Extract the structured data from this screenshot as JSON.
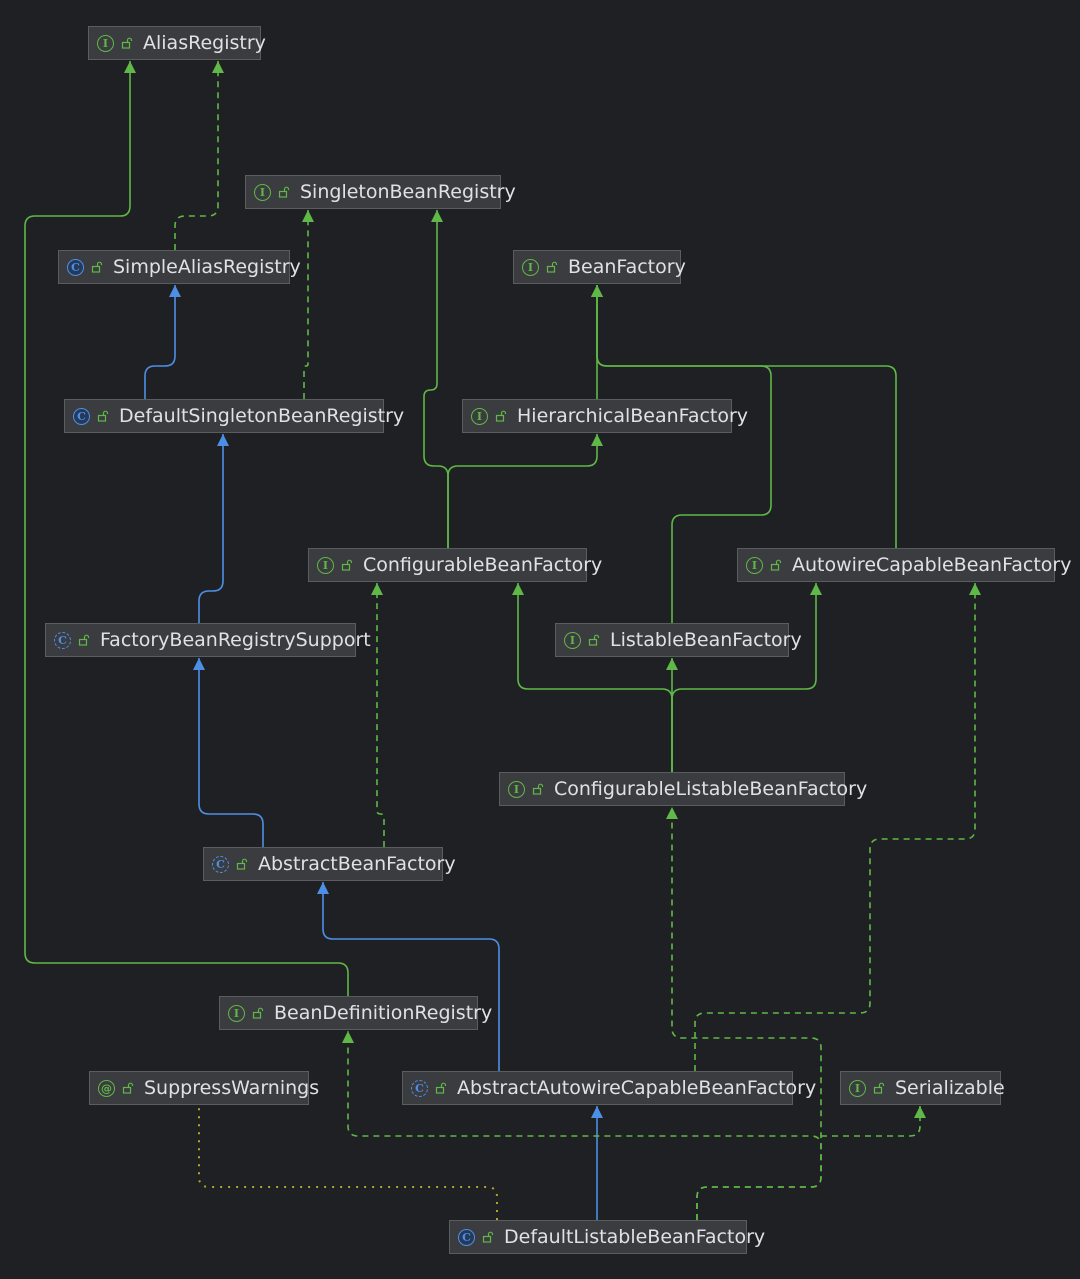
{
  "diagram": {
    "nodes": [
      {
        "id": "alias",
        "label": "AliasRegistry",
        "kind": "interface",
        "badge": "I"
      },
      {
        "id": "singleton",
        "label": "SingletonBeanRegistry",
        "kind": "interface",
        "badge": "I"
      },
      {
        "id": "simplealias",
        "label": "SimpleAliasRegistry",
        "kind": "class",
        "badge": "C"
      },
      {
        "id": "beanfactory",
        "label": "BeanFactory",
        "kind": "interface",
        "badge": "I"
      },
      {
        "id": "defsingleton",
        "label": "DefaultSingletonBeanRegistry",
        "kind": "class",
        "badge": "C"
      },
      {
        "id": "hierarchical",
        "label": "HierarchicalBeanFactory",
        "kind": "interface",
        "badge": "I"
      },
      {
        "id": "configurable",
        "label": "ConfigurableBeanFactory",
        "kind": "interface",
        "badge": "I"
      },
      {
        "id": "autowirecap",
        "label": "AutowireCapableBeanFactory",
        "kind": "interface",
        "badge": "I"
      },
      {
        "id": "fbrs",
        "label": "FactoryBeanRegistrySupport",
        "kind": "abstract",
        "badge": "C"
      },
      {
        "id": "listable",
        "label": "ListableBeanFactory",
        "kind": "interface",
        "badge": "I"
      },
      {
        "id": "conflistable",
        "label": "ConfigurableListableBeanFactory",
        "kind": "interface",
        "badge": "I"
      },
      {
        "id": "abf",
        "label": "AbstractBeanFactory",
        "kind": "abstract",
        "badge": "C"
      },
      {
        "id": "bdr",
        "label": "BeanDefinitionRegistry",
        "kind": "interface",
        "badge": "I"
      },
      {
        "id": "suppress",
        "label": "SuppressWarnings",
        "kind": "annotation",
        "badge": "@"
      },
      {
        "id": "aacbf",
        "label": "AbstractAutowireCapableBeanFactory",
        "kind": "abstract",
        "badge": "C"
      },
      {
        "id": "serializable",
        "label": "Serializable",
        "kind": "interface",
        "badge": "I"
      },
      {
        "id": "dlbf",
        "label": "DefaultListableBeanFactory",
        "kind": "class",
        "badge": "C"
      }
    ],
    "edges": [
      {
        "from": "simplealias",
        "to": "alias",
        "type": "implements"
      },
      {
        "from": "defsingleton",
        "to": "simplealias",
        "type": "extends"
      },
      {
        "from": "defsingleton",
        "to": "singleton",
        "type": "implements"
      },
      {
        "from": "hierarchical",
        "to": "beanfactory",
        "type": "interface-extends"
      },
      {
        "from": "configurable",
        "to": "singleton",
        "type": "interface-extends"
      },
      {
        "from": "configurable",
        "to": "hierarchical",
        "type": "interface-extends"
      },
      {
        "from": "autowirecap",
        "to": "beanfactory",
        "type": "interface-extends"
      },
      {
        "from": "listable",
        "to": "beanfactory",
        "type": "interface-extends"
      },
      {
        "from": "fbrs",
        "to": "defsingleton",
        "type": "extends"
      },
      {
        "from": "conflistable",
        "to": "listable",
        "type": "interface-extends"
      },
      {
        "from": "conflistable",
        "to": "configurable",
        "type": "interface-extends"
      },
      {
        "from": "conflistable",
        "to": "autowirecap",
        "type": "interface-extends"
      },
      {
        "from": "abf",
        "to": "fbrs",
        "type": "extends"
      },
      {
        "from": "abf",
        "to": "configurable",
        "type": "implements"
      },
      {
        "from": "bdr",
        "to": "alias",
        "type": "interface-extends"
      },
      {
        "from": "aacbf",
        "to": "abf",
        "type": "extends"
      },
      {
        "from": "aacbf",
        "to": "autowirecap",
        "type": "implements"
      },
      {
        "from": "dlbf",
        "to": "aacbf",
        "type": "extends"
      },
      {
        "from": "dlbf",
        "to": "conflistable",
        "type": "implements"
      },
      {
        "from": "dlbf",
        "to": "bdr",
        "type": "implements"
      },
      {
        "from": "dlbf",
        "to": "serializable",
        "type": "implements"
      },
      {
        "from": "dlbf",
        "to": "suppress",
        "type": "annotated"
      }
    ]
  },
  "colors": {
    "background": "#1f2023",
    "node_fill": "#3b3c3f",
    "interface_green": "#5fb847",
    "class_blue": "#4d8fe6",
    "annotation_yellow": "#b5a52a",
    "text": "#dfe1e5"
  }
}
